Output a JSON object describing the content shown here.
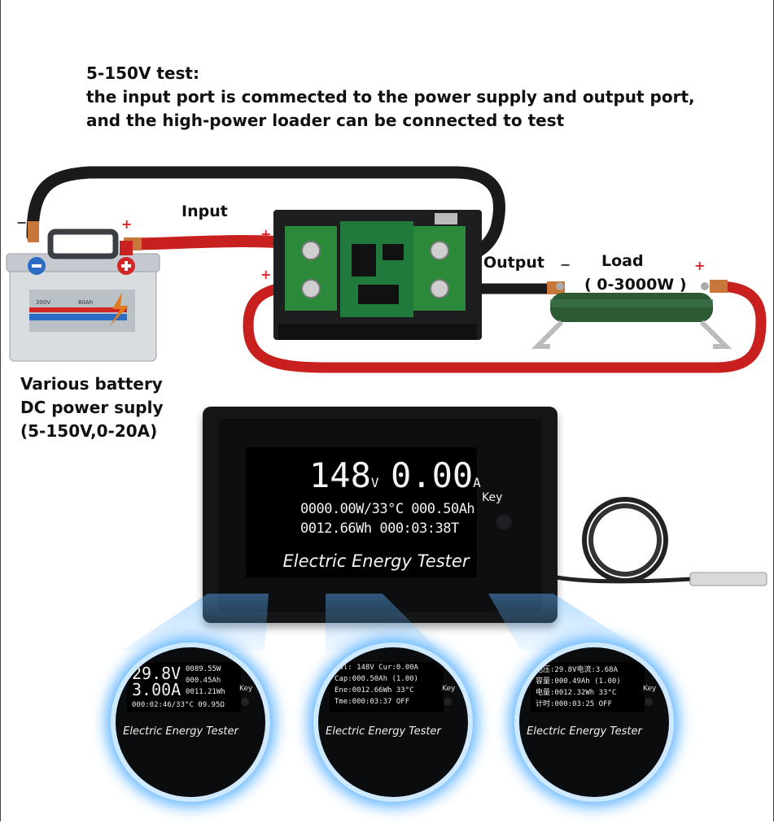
{
  "heading": {
    "line1": "5-150V test:",
    "line2": "the input port is commected to the power supply and output port,",
    "line3": "and the high-power loader can be connected to test"
  },
  "diagram": {
    "input_label": "Input",
    "output_label": "Output",
    "load_label": "Load",
    "load_range": "( 0-3000W )",
    "plus_sign": "+",
    "minus_sign": "−",
    "battery_label": {
      "line1": "Various battery",
      "line2": "DC power suply",
      "line3": "(5-150V,0-20A)"
    },
    "battery_markings": {
      "left": "300V",
      "right": "80Ah"
    }
  },
  "meter": {
    "voltage": "148",
    "voltage_unit": "V",
    "current": "0.00",
    "current_unit": "A",
    "row1": "0000.00W/33°C 000.50Ah",
    "row2": "0012.66Wh  000:03:38T",
    "brand": "Electric Energy Tester",
    "key_label": "Key"
  },
  "zoom_views": [
    {
      "lines": [
        "29.8V",
        "3.00A",
        "0089.55W",
        "000.45Ah",
        "0011.21Wh",
        "000:02:46/33°C 09.95Ω"
      ],
      "brand": "Electric Energy Tester",
      "key": "Key"
    },
    {
      "lines": [
        "Vol: 148V Cur:0.00A",
        "Cap:000.50Ah  (1.00)",
        "Ene:0012.66Wh   33°C",
        "Tme:000:03:37  OFF"
      ],
      "brand": "Electric Energy Tester",
      "key": "Key"
    },
    {
      "lines": [
        "电压:29.8V电流:3.68A",
        "容量:000.49Ah  (1.00)",
        "电量:0012.32Wh   33°C",
        "计时:000:03:25  OFF"
      ],
      "brand": "Electric Energy Tester",
      "key": "Key"
    }
  ],
  "colors": {
    "wire_red": "#c8201e",
    "wire_black": "#1a1a1a",
    "pcb_green": "#1f7a3c",
    "glow": "#5fb4ff"
  }
}
